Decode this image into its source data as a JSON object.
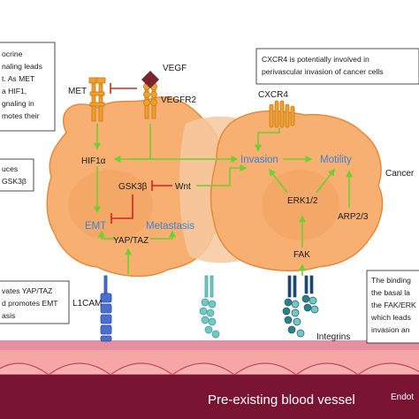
{
  "labels": {
    "met": "MET",
    "vegf": "VEGF",
    "vegfr2": "VEGFR2",
    "cxcr4": "CXCR4",
    "hif1a": "HIF1α",
    "gsk3b": "GSK3β",
    "wnt": "Wnt",
    "invasion": "Invasion",
    "motility": "Motility",
    "erk12": "ERK1/2",
    "arp23": "ARP2/3",
    "fak": "FAK",
    "emt": "EMT",
    "metastasis": "Metastasis",
    "yaptaz": "YAP/TAZ",
    "l1cam": "L1CAM",
    "integrins": "Integrins",
    "cancer": "Cancer",
    "vessel": "Pre-existing blood vessel",
    "endot": "Endot"
  },
  "boxes": {
    "top_left": [
      "ocrine",
      "naling leads",
      "t. As MET",
      "a HIF1,",
      "gnaling in",
      "motes their"
    ],
    "top_right": [
      "CXCR4 is potentially involved in",
      "perivascular invasion of cancer cells"
    ],
    "mid_left": [
      "uces",
      "GSK3β"
    ],
    "bottom_left": [
      "vates YAP/TAZ",
      "d promotes EMT",
      "asis"
    ],
    "bottom_right": [
      "The binding",
      "the basal la",
      "the FAK/ERK",
      "which leads",
      "invasion an"
    ]
  },
  "colors": {
    "cell": "#f7b071",
    "cell_edge": "#e38a3c",
    "cell_overlap": "#f6c9a0",
    "vessel": "#7a1433",
    "vessel_wall": "#f08a8a",
    "activation": "#6fcf30",
    "inhibition": "#d6241e",
    "pathway_text": "#3b82d6",
    "receptor": "#f0a030"
  }
}
